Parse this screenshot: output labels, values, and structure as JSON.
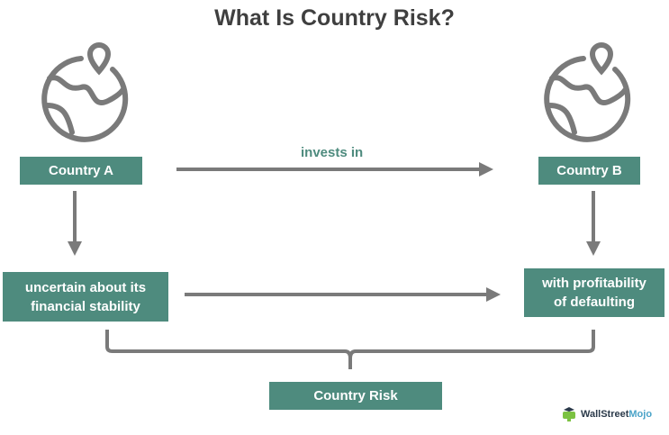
{
  "title": "What Is Country Risk?",
  "nodes": {
    "country_a": "Country A",
    "country_b": "Country B",
    "uncertain": "uncertain about its financial stability",
    "profitability": "with profitability of defaulting",
    "country_risk": "Country Risk"
  },
  "edges": {
    "invests_in": "invests in"
  },
  "icons": {
    "globe": "globe-with-location-pin-icon"
  },
  "logo": {
    "part1": "WallStreet",
    "part2": "Mojo"
  },
  "colors": {
    "box": "#4e8b7e",
    "arrow": "#7a7a7a",
    "title": "#3f3f3f"
  }
}
